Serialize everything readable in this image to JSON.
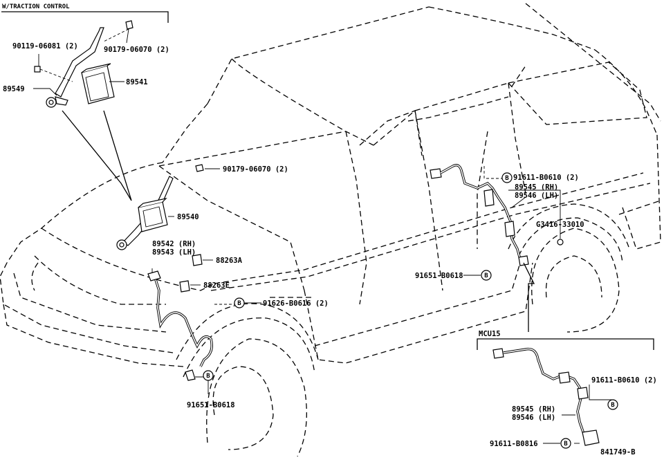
{
  "diagram": {
    "inset_traction_title": "W/TRACTION CONTROL",
    "inset_mcu_title": "MCU15",
    "drawing_code": "841749-B",
    "labels": {
      "p90119": "90119-06081 (2)",
      "p90179_top": "90179-06070 (2)",
      "p89549": "89549",
      "p89541": "89541",
      "p90179_mid": "90179-06070 (2)",
      "p89540": "89540",
      "p89542": "89542 (RH)",
      "p89543": "89543 (LH)",
      "p88263A": "88263A",
      "p88263E": "88263E",
      "p91626": "91626-B0616 (2)",
      "p91651_front": "91651-B0618",
      "p91611_rear": "91611-B0610 (2)",
      "p89545_rear": "89545 (RH)",
      "p89546_rear": "89546 (LH)",
      "pG3416": "G3416-33010",
      "p91651_rear": "91651-B0618",
      "p91611_mcu": "91611-B0610 (2)",
      "p89545_mcu": "89545 (RH)",
      "p89546_mcu": "89546 (LH)",
      "p91611_bottom": "91611-B0816"
    },
    "b_marker": "B"
  }
}
